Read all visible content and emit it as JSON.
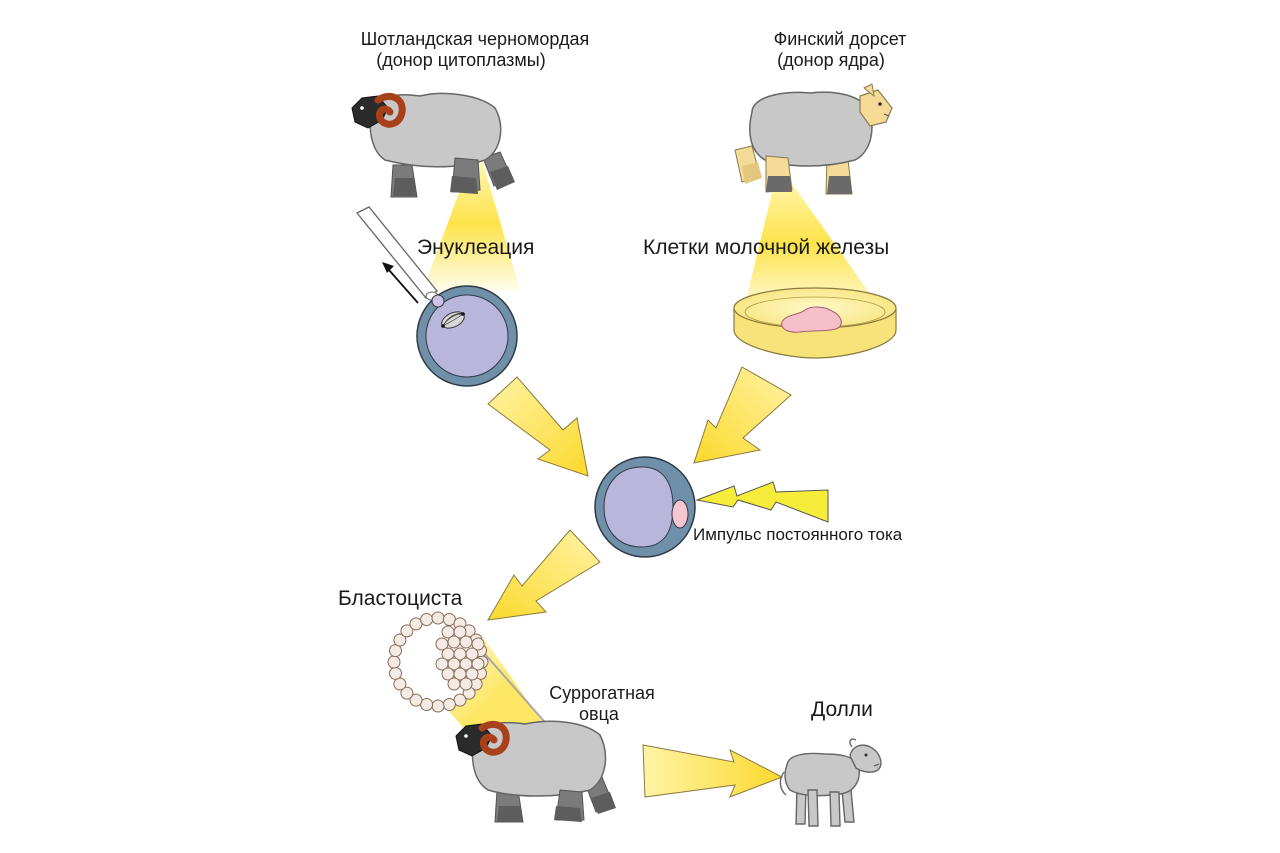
{
  "labels": {
    "donor_cytoplasm_name": "Шотландская черномордая",
    "donor_cytoplasm_role": "(донор цитоплазмы)",
    "donor_nucleus_name": "Финский дорсет",
    "donor_nucleus_role": "(донор ядра)",
    "enucleation": "Энуклеация",
    "mammary_cells": "Клетки молочной железы",
    "dc_pulse": "Импульс постоянного тока",
    "blastocyst": "Бластоциста",
    "surrogate_line1": "Суррогатная",
    "surrogate_line2": "овца",
    "dolly": "Долли"
  },
  "colors": {
    "beam_yellow": "#fde34a",
    "arrow_yellow": "#fce34c",
    "sheep_body": "#c8c8c8",
    "black_face": "#2b2b2b",
    "horn_brown": "#a8401a",
    "finn_face": "#f4dc98",
    "cell_membrane": "#6f90a8",
    "cytoplasm": "#b9b6dc",
    "nucleus_pink": "#f7c6cf",
    "tissue_pink": "#f6c0c8",
    "blastocyst_cell": "#f4ece4"
  }
}
